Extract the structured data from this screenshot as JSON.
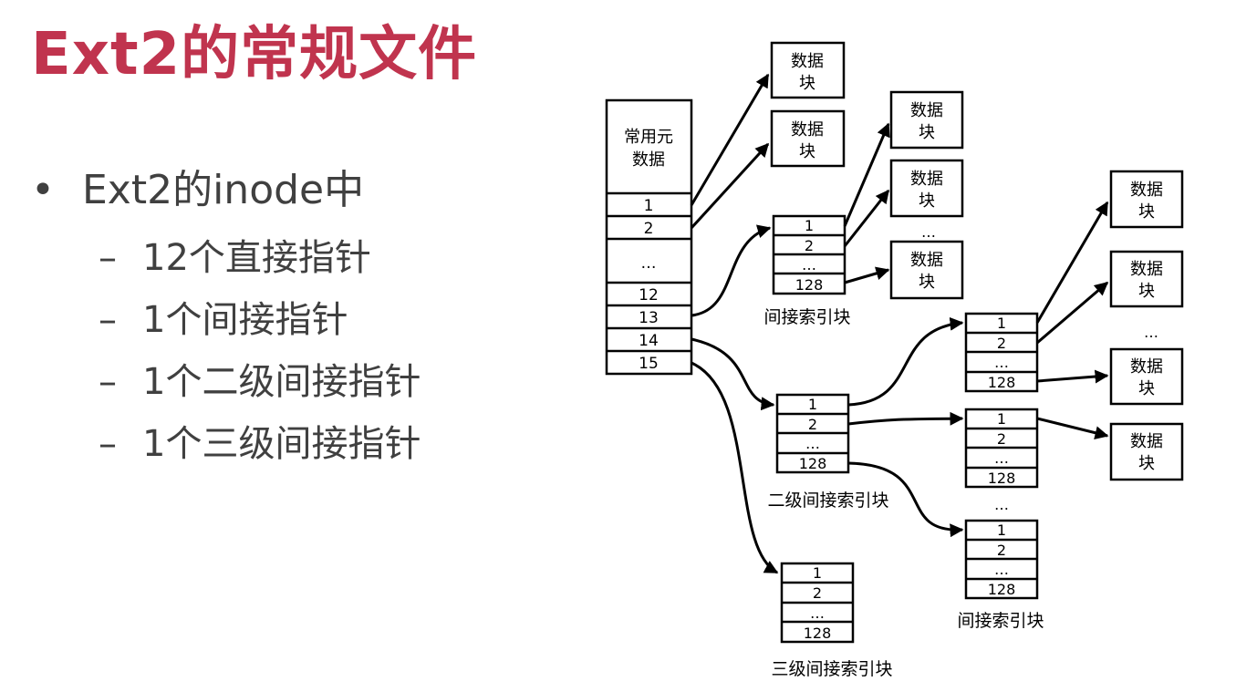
{
  "title": "Ext2的常规文件",
  "bullets": {
    "main": "Ext2的inode中",
    "bullet_symbol": "•",
    "dash_symbol": "–",
    "sub": [
      "12个直接指针",
      "1个间接指针",
      "1个二级间接指针",
      "1个三级间接指针"
    ]
  },
  "diagram": {
    "inode": {
      "meta_line1": "常用元",
      "meta_line2": "数据",
      "rows": [
        "1",
        "2",
        "…",
        "12",
        "13",
        "14",
        "15"
      ]
    },
    "index_rows": [
      "1",
      "2",
      "…",
      "128"
    ],
    "data_block_line1": "数据",
    "data_block_line2": "块",
    "ellipsis": "…",
    "captions": {
      "indirect": "间接索引块",
      "double": "二级间接索引块",
      "triple": "三级间接索引块",
      "indirect_second": "间接索引块"
    }
  }
}
